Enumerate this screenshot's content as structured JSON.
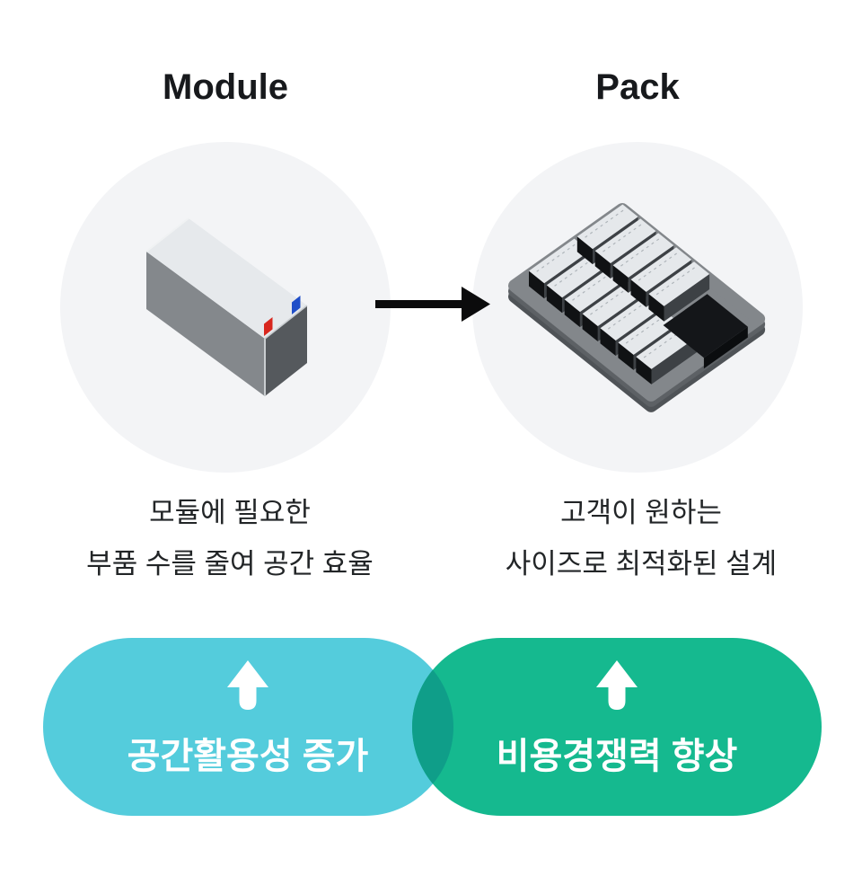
{
  "module": {
    "title": "Module",
    "caption_line1": "모듈에 필요한",
    "caption_line2": "부품 수를 줄여 공간 효율",
    "terminal_positive_color": "#D8271E",
    "terminal_negative_color": "#1F4EC8"
  },
  "pack": {
    "title": "Pack",
    "caption_line1": "고객이 원하는",
    "caption_line2": "사이즈로 최적화된 설계"
  },
  "flow": {
    "icon": "arrow-right-icon",
    "color": "#0B0B0C"
  },
  "badges": {
    "left": {
      "label": "공간활용성 증가",
      "icon": "arrow-up-icon",
      "color": "#54CCDC"
    },
    "right": {
      "label": "비용경쟁력 향상",
      "icon": "arrow-up-icon",
      "color": "#15B98F"
    },
    "overlap_color": "#0F9E89"
  },
  "colors": {
    "circle_background": "#F3F4F6",
    "text_primary": "#17191C",
    "caption_text": "#222527",
    "badge_text": "#FFFFFF"
  }
}
